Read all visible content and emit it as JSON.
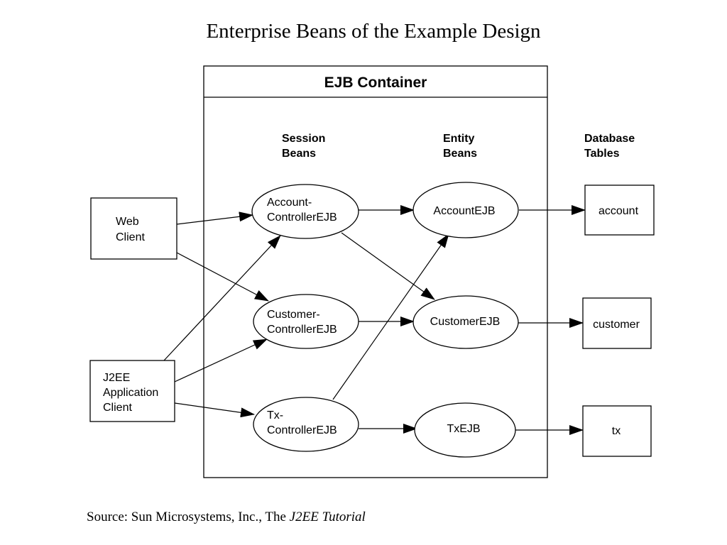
{
  "title": "Enterprise Beans of the Example Design",
  "source": {
    "prefix": "Source: Sun Microsystems, Inc., The ",
    "work": "J2EE Tutorial"
  },
  "container": {
    "title": "EJB Container"
  },
  "columns": {
    "session": [
      "Session",
      "Beans"
    ],
    "entity": [
      "Entity",
      "Beans"
    ],
    "tables": [
      "Database",
      "Tables"
    ]
  },
  "clients": {
    "web": [
      "Web",
      "Client"
    ],
    "j2ee": [
      "J2EE",
      "Application",
      "Client"
    ]
  },
  "session_beans": {
    "account": [
      "Account-",
      "ControllerEJB"
    ],
    "customer": [
      "Customer-",
      "ControllerEJB"
    ],
    "tx": [
      "Tx-",
      "ControllerEJB"
    ]
  },
  "entity_beans": {
    "account": "AccountEJB",
    "customer": "CustomerEJB",
    "tx": "TxEJB"
  },
  "tables": {
    "account": "account",
    "customer": "customer",
    "tx": "tx"
  },
  "connections": [
    {
      "from": "web-client",
      "to": "account-controller-ejb"
    },
    {
      "from": "web-client",
      "to": "customer-controller-ejb"
    },
    {
      "from": "j2ee-application-client",
      "to": "account-controller-ejb"
    },
    {
      "from": "j2ee-application-client",
      "to": "customer-controller-ejb"
    },
    {
      "from": "j2ee-application-client",
      "to": "tx-controller-ejb"
    },
    {
      "from": "account-controller-ejb",
      "to": "account-ejb"
    },
    {
      "from": "account-controller-ejb",
      "to": "customer-ejb"
    },
    {
      "from": "customer-controller-ejb",
      "to": "customer-ejb"
    },
    {
      "from": "tx-controller-ejb",
      "to": "account-ejb"
    },
    {
      "from": "tx-controller-ejb",
      "to": "tx-ejb"
    },
    {
      "from": "account-ejb",
      "to": "account-table"
    },
    {
      "from": "customer-ejb",
      "to": "customer-table"
    },
    {
      "from": "tx-ejb",
      "to": "tx-table"
    }
  ]
}
